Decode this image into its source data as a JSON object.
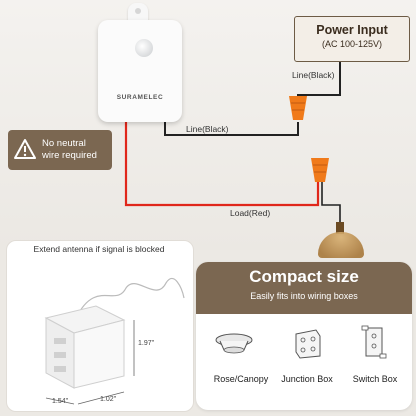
{
  "brand": "SURAMELEC",
  "power_input": {
    "title": "Power Input",
    "subtitle": "(AC 100-125V)"
  },
  "warning": {
    "line1": "No neutral",
    "line2": "wire required"
  },
  "wires": {
    "line_top": "Line(Black)",
    "line_mid": "Line(Black)",
    "load": "Load(Red)"
  },
  "antenna_note": "Extend antenna if signal is blocked",
  "dimensions": {
    "height": "1.97\"",
    "width": "1.54\"",
    "depth": "1.02\""
  },
  "compact": {
    "title": "Compact size",
    "subtitle": "Easily fits into wiring boxes",
    "boxes": [
      {
        "label": "Rose/Canopy",
        "icon": "rose-canopy-icon"
      },
      {
        "label": "Junction Box",
        "icon": "junction-box-icon"
      },
      {
        "label": "Switch Box",
        "icon": "switch-box-icon"
      }
    ]
  },
  "colors": {
    "accent": "#7b6751",
    "live_wire": "#e0271b",
    "neutral_wire": "#222222",
    "wire_nut": "#f07a1a"
  }
}
